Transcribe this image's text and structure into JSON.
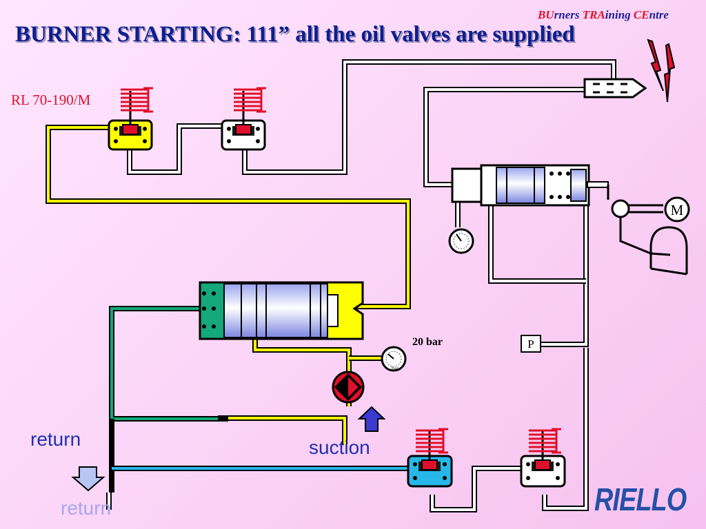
{
  "header": {
    "title": "BURNER  STARTING: 111” all the oil valves are supplied",
    "brand_parts": [
      "BU",
      "rners ",
      "TRA",
      "ining ",
      "CE",
      "ntre"
    ],
    "model": "RL 70-190/M"
  },
  "labels": {
    "return_primary": "return",
    "suction": "suction",
    "return_secondary": "return",
    "pump_pressure": "20 bar",
    "pressure_switch": "P",
    "motor": "M",
    "gauge_unit": "bar"
  },
  "logo": "RIELLO",
  "colors": {
    "title": "#0b1f8f",
    "brand_blue": "#1e1e99",
    "brand_red": "#e0102a",
    "line_pressure": "#ffff00",
    "line_return": "#14a87a",
    "line_suction": "#28b8e8",
    "valve_coil": "#e0102a",
    "background": "#fbd3f6"
  }
}
